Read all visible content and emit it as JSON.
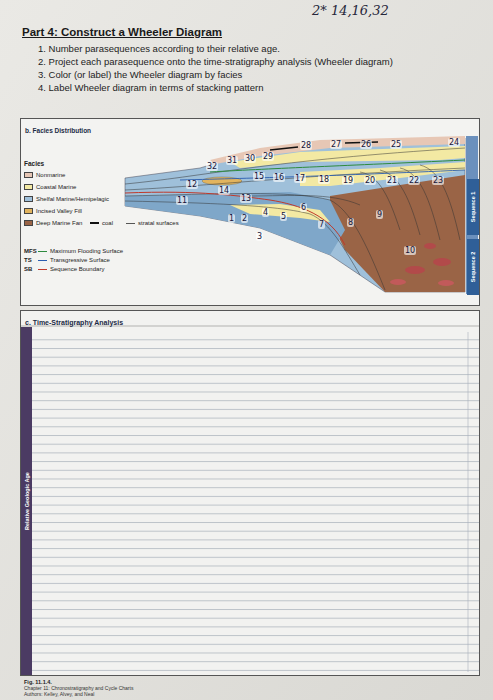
{
  "diagram": {
    "title": "Part 4: Construct a Wheeler Diagram",
    "caption": "Fig. 11.1.4.",
    "nodes": [
      {
        "text": [
          "b. Facies Distribution"
        ]
      },
      {
        "text": [
          "Sequence 1"
        ],
        "in": 0
      },
      {
        "text": [
          "Sequence 2"
        ],
        "in": 0
      },
      {
        "text": [
          "c. Time-Stratigraphy Analysis"
        ]
      },
      {
        "text": [
          "Relative Geologic Age"
        ],
        "in": 3
      }
    ],
    "labels": [
      "2* 14,16,32",
      "1. Number parasequences according to their relative age.",
      "2. Project each parasequence onto the time-stratigraphy analysis (Wheeler diagram)",
      "3. Color (or label) the Wheeler diagram by facies",
      "4. Label Wheeler diagram in terms of stacking pattern",
      "Facies",
      "MFS",
      "TS",
      "SB",
      "1",
      "2",
      "3",
      "4",
      "5",
      "6",
      "7",
      "8",
      "9",
      "10",
      "11",
      "12",
      "13",
      "14",
      "15",
      "16",
      "17",
      "18",
      "19",
      "20",
      "21",
      "22",
      "23",
      "24",
      "25",
      "26",
      "27",
      "28",
      "29",
      "30",
      "31",
      "32",
      "Chapter 11: Chronostratigraphy and Cycle Charts",
      "Authors: Kelley, Alvey, and Neal"
    ],
    "legend": [
      {
        "text": "Nonmarine",
        "color": "#e7c7b5"
      },
      {
        "text": "Coastal Marine",
        "color": "#f3e9a3"
      },
      {
        "text": "Shelfal Marine/Hemipelagic",
        "color": "#9fc0da"
      },
      {
        "text": "Incised Valley Fill",
        "color": "#e2b45e"
      },
      {
        "text": "Deep Marine Fan",
        "color": "#9a6446"
      },
      {
        "text": "coal"
      },
      {
        "text": "stratal surfaces"
      },
      {
        "text": "Maximum Flooding Surface"
      },
      {
        "text": "Transgressive Surface"
      },
      {
        "text": "Sequence Boundary"
      }
    ]
  }
}
